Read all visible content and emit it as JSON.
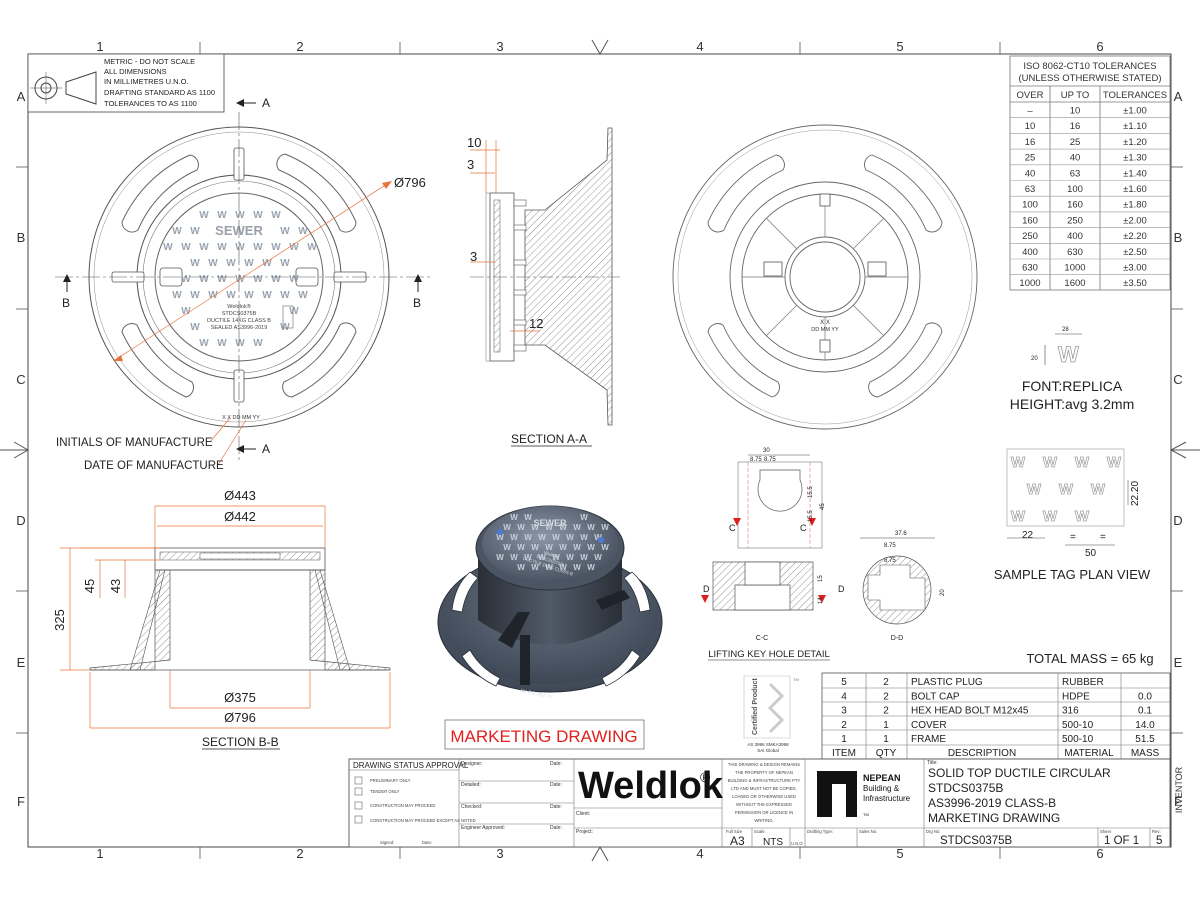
{
  "grid": {
    "columns": [
      "1",
      "2",
      "3",
      "4",
      "5",
      "6"
    ],
    "rows": [
      "A",
      "B",
      "C",
      "D",
      "E",
      "F"
    ]
  },
  "notes": {
    "lines": [
      "METRIC - DO NOT SCALE",
      "ALL DIMENSIONS",
      "IN MILLIMETRES U.N.O.",
      "DRAFTING STANDARD AS 1100",
      "TOLERANCES TO AS 1100"
    ]
  },
  "tolerances": {
    "title1": "ISO 8062-CT10 TOLERANCES",
    "title2": "(UNLESS OTHERWISE STATED)",
    "headers": [
      "OVER",
      "UP TO",
      "TOLERANCES"
    ],
    "rows": [
      [
        "–",
        "10",
        "±1.00"
      ],
      [
        "10",
        "16",
        "±1.10"
      ],
      [
        "16",
        "25",
        "±1.20"
      ],
      [
        "25",
        "40",
        "±1.30"
      ],
      [
        "40",
        "63",
        "±1.40"
      ],
      [
        "63",
        "100",
        "±1.60"
      ],
      [
        "100",
        "160",
        "±1.80"
      ],
      [
        "160",
        "250",
        "±2.00"
      ],
      [
        "250",
        "400",
        "±2.20"
      ],
      [
        "400",
        "630",
        "±2.50"
      ],
      [
        "630",
        "1000",
        "±3.00"
      ],
      [
        "1000",
        "1600",
        "±3.50"
      ]
    ]
  },
  "plan_view": {
    "section_a": "A",
    "section_b": "B",
    "dia": "Ø796",
    "cover_word": "SEWER",
    "cover_text": [
      "Weldlok®",
      "STDCS0375B",
      "DUCTILE 14KG CLASS B",
      "SEALED AS3996-2019"
    ],
    "date_code": "X X   DD MM YY",
    "initials_label": "INITIALS OF MANUFACTURE",
    "date_label": "DATE OF MANUFACTURE"
  },
  "section_aa": {
    "title": "SECTION A-A",
    "dims": [
      "10",
      "3",
      "3",
      "12"
    ]
  },
  "underside": {
    "date_code": "X X",
    "date_code2": "DD MM YY"
  },
  "font_note": {
    "dim_w": "28",
    "dim_h": "20",
    "letter": "W",
    "line1": "FONT:REPLICA",
    "line2": "HEIGHT:avg 3.2mm"
  },
  "sample_tag": {
    "title": "SAMPLE TAG PLAN VIEW",
    "dims": [
      "22",
      "50",
      "=",
      "=",
      "22.20"
    ],
    "letter": "W"
  },
  "section_bb": {
    "title": "SECTION B-B",
    "dims": [
      "Ø443",
      "Ø442",
      "Ø375",
      "Ø796",
      "325",
      "45",
      "43"
    ]
  },
  "render": {
    "cover_word": "SEWER",
    "lines": [
      "Weldlok",
      "STDCS0375B",
      "DUCTILE 14KG CLASS B"
    ],
    "date_code": "XX DD MM YY"
  },
  "marketing": {
    "label": "MARKETING DRAWING",
    "color": "#e0201e"
  },
  "lifting": {
    "title": "LIFTING KEY HOLE DETAIL",
    "dims": [
      "30",
      "8.75",
      "8.75",
      "15.5",
      "45",
      "15.5",
      "15",
      "14",
      "37.6",
      "8.75",
      "8.75",
      "20"
    ],
    "cc": "C-C",
    "dd": "D-D",
    "c": "C",
    "d": "D"
  },
  "mass": {
    "label": "TOTAL MASS = 65 kg"
  },
  "certified": {
    "label": "Certified Product",
    "std": "AS 3996 SMKA3998",
    "by": "SAI Global",
    "tm": "TM"
  },
  "bom": {
    "headers": [
      "ITEM",
      "QTY",
      "DESCRIPTION",
      "MATERIAL",
      "MASS"
    ],
    "rows": [
      [
        "5",
        "2",
        "PLASTIC PLUG",
        "RUBBER",
        ""
      ],
      [
        "4",
        "2",
        "BOLT CAP",
        "HDPE",
        "0.0"
      ],
      [
        "3",
        "2",
        "HEX HEAD BOLT M12x45",
        "316",
        "0.1"
      ],
      [
        "2",
        "1",
        "COVER",
        "500-10",
        "14.0"
      ],
      [
        "1",
        "1",
        "FRAME",
        "500-10",
        "51.5"
      ]
    ]
  },
  "title_block": {
    "status_title": "DRAWING STATUS APPROVAL",
    "status_items": [
      "PRELIMINARY ONLY",
      "TENDER ONLY",
      "CONSTRUCTION MAY PROCEED",
      "CONSTRUCTION MAY PROCEED EXCEPT AS NOTED"
    ],
    "signed": "Signed:",
    "date": "Date:",
    "fields": [
      "Designer:",
      "Detailed:",
      "Checked:",
      "Engineer Approved:"
    ],
    "client": "Client:",
    "project": "Project:",
    "brand": "Weldlok",
    "brand_reg": "®",
    "copyright": [
      "THIS DRAWING & DESIGN REMAINS",
      "THE PROPERTY OF NEPEAN",
      "BUILDING & INFRASTRUCTURE PTY",
      "LTD AND MUST NOT BE COPIED,",
      "LOANED OR OTHERWISE USED",
      "WITHOUT THE EXPRESSED",
      "PERMISSION OR LICENCE IN",
      "WRITING."
    ],
    "nepean": [
      "NEPEAN",
      "Building &",
      "Infrastructure"
    ],
    "nepean_tm": "TM",
    "title_label": "Title:",
    "title_lines": [
      "SOLID TOP DUCTILE CIRCULAR",
      "STDCS0375B",
      "AS3996-2019 CLASS-B",
      "MARKETING DRAWING"
    ],
    "size_label": "Full Size",
    "size": "A3",
    "scale_label": "Scale:",
    "scale": "NTS",
    "uno": "U.N.O",
    "drafting_label": "Drafting Type:",
    "sales_label": "Sales No:",
    "dwg_label": "Drg No:",
    "dwg": "STDCS0375B",
    "sheet_label": "Sheet",
    "sheet": "1 OF 1",
    "rev_label": "Rev:",
    "rev": "5",
    "inventor": "INVENTOR"
  }
}
